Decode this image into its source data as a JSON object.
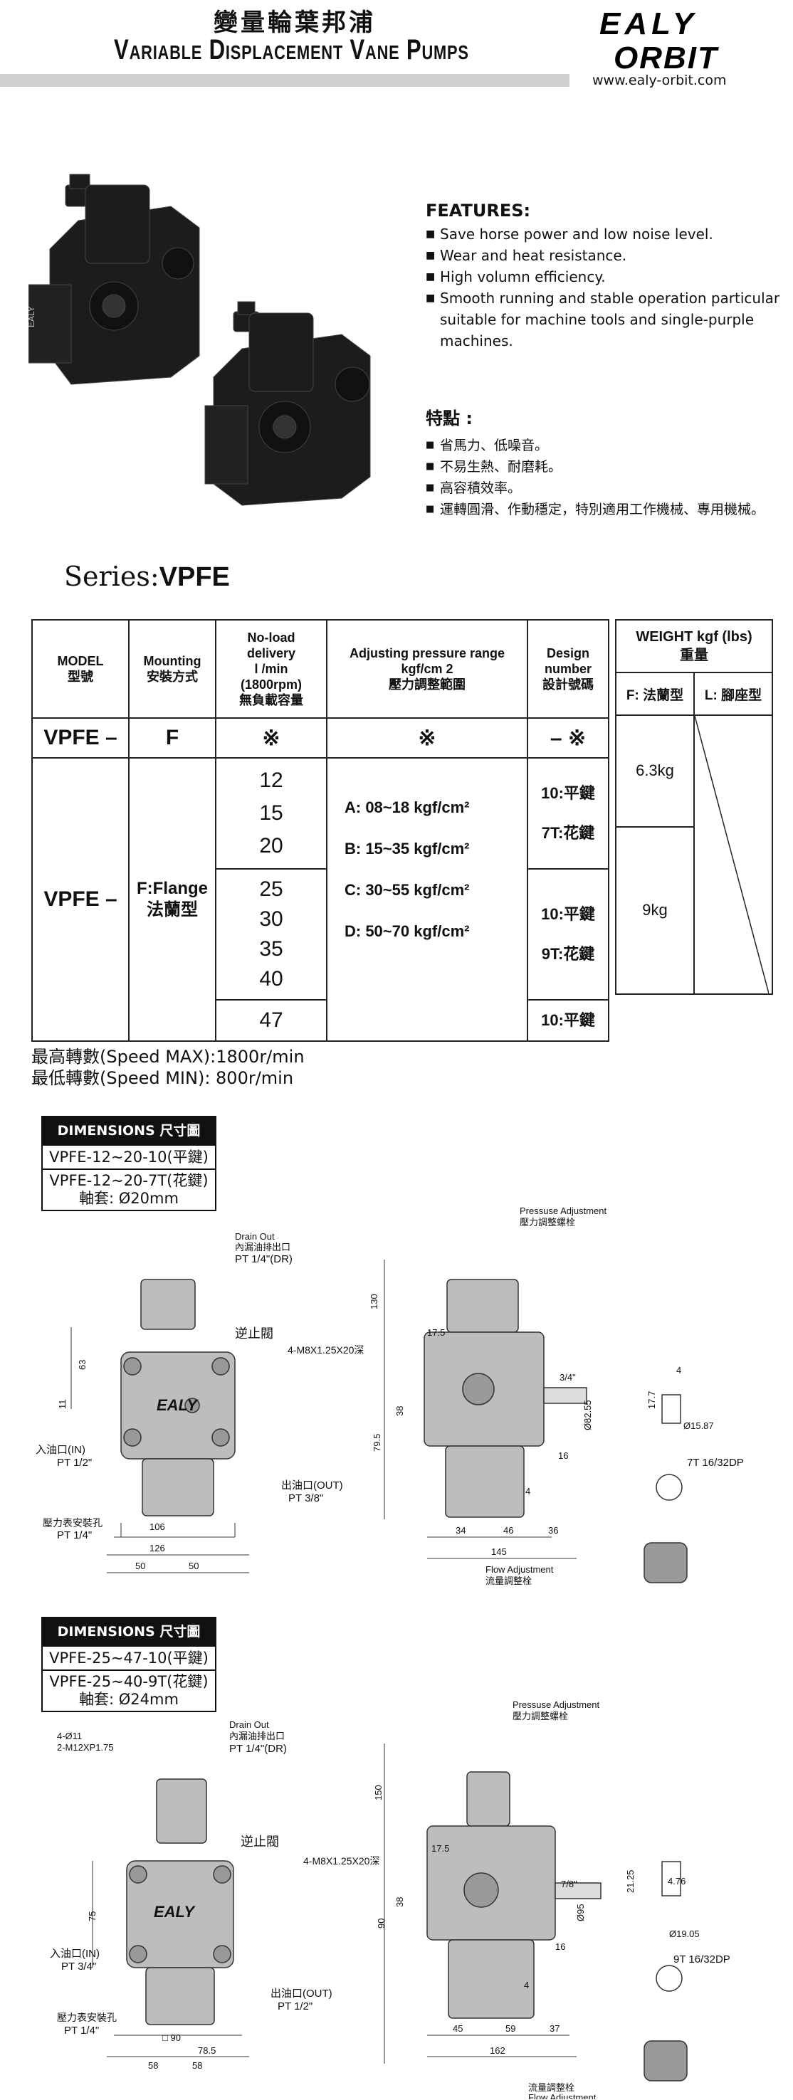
{
  "header": {
    "title_cn": "變量輪葉邦浦",
    "title_en": "Variable Displacement Vane Pumps",
    "logo_line1": "EALY",
    "logo_line2": "ORBIT",
    "url": "www.ealy-orbit.com"
  },
  "photo": {
    "label_text": "EALY"
  },
  "features": {
    "title": "FEATURES:",
    "items": [
      "Save horse power and  low  noise level.",
      "Wear and heat resistance.",
      "High volumn efficiency.",
      "Smooth running and stable operation particular suitable for machine tools and single-purple machines."
    ]
  },
  "features_cn": {
    "title": "特點 :",
    "items": [
      "省馬力、低噪音。",
      "不易生熱、耐磨耗。",
      "高容積效率。",
      "運轉圓滑、作動穩定，特別適用工作機械、專用機械。"
    ]
  },
  "series": {
    "prefix": "Series:",
    "name": "VPFE"
  },
  "spec_table": {
    "headers": {
      "model": "MODEL\n型號",
      "mounting": "Mounting\n安裝方式",
      "delivery": "No-load\ndelivery\nl /min\n(1800rpm)\n無負載容量",
      "pressure": "Adjusting pressure range\nkgf/cm 2\n壓力調整範圍",
      "design": "Design\nnumber\n設計號碼"
    },
    "code": {
      "model": "VPFE –",
      "mounting": "F",
      "delivery": "※",
      "pressure": "※",
      "design": "– ※"
    },
    "model": "VPFE –",
    "mounting": "F:Flange\n法蘭型",
    "delivery_group1": "12\n15\n20",
    "delivery_group2": "25\n30\n35\n40",
    "delivery_group3": "47",
    "pressure_ranges": [
      "A: 08~18 kgf/cm²",
      "B: 15~35 kgf/cm²",
      "C: 30~55 kgf/cm²",
      "D: 50~70 kgf/cm²"
    ],
    "design_group1": "10:平鍵\n7T:花鍵",
    "design_group2": "10:平鍵\n9T:花鍵",
    "design_group3": "10:平鍵"
  },
  "weight_table": {
    "title": "WEIGHT kgf (lbs)",
    "title_cn": "重量",
    "col_f": "F: 法蘭型",
    "col_l": "L: 腳座型",
    "w1": "6.3kg",
    "w2": "9kg"
  },
  "speed": {
    "max": "最高轉數(Speed MAX):1800r/min",
    "min": "最低轉數(Speed MIN): 800r/min"
  },
  "dim1": {
    "title": "DIMENSIONS 尺寸圖",
    "row1": "VPFE-12~20-10(平鍵)",
    "row2": "VPFE-12~20-7T(花鍵)",
    "row3": "軸套:  Ø20mm",
    "labels": {
      "drain1": "Drain Out",
      "drain2": "內漏油排出口",
      "drain3": "PT 1/4\"(DR)",
      "check": "逆止閥",
      "inlet1": "入油口(IN)",
      "inlet2": "PT 1/2\"",
      "outlet1": "出油口(OUT)",
      "outlet2": "PT 3/8\"",
      "gauge1": "壓力表安裝孔",
      "gauge2": "PT 1/4\"",
      "d106": "106",
      "d126": "126",
      "d50a": "50",
      "d50b": "50",
      "d63": "63",
      "d11": "11",
      "press1": "Pressuse Adjustment",
      "press2": "壓力調整螺栓",
      "bolt": "4-M8X1.25X20深",
      "d130": "130",
      "d175": "17.5",
      "d38": "38",
      "d795": "79.5",
      "d34": "34",
      "d46": "46",
      "d36": "36",
      "d145": "145",
      "d4": "4",
      "d16": "16",
      "d34in": "3/4\"",
      "dia": "Ø82.55",
      "flow1": "Flow Adjustment",
      "flow2": "流量調整栓",
      "key1": "17.7",
      "key2": "4",
      "shaft": "Ø15.87",
      "spline": "7T 16/32DP",
      "logo": "EALY"
    }
  },
  "dim2": {
    "title": "DIMENSIONS 尺寸圖",
    "row1": "VPFE-25~47-10(平鍵)",
    "row2": "VPFE-25~40-9T(花鍵)",
    "row3": "軸套:  Ø24mm",
    "labels": {
      "holes1": "4-Ø11",
      "holes2": "2-M12XP1.75",
      "drain1": "Drain Out",
      "drain2": "內漏油排出口",
      "drain3": "PT 1/4\"(DR)",
      "check": "逆止閥",
      "inlet1": "入油口(IN)",
      "inlet2": "PT 3/4\"",
      "outlet1": "出油口(OUT)",
      "outlet2": "PT 1/2\"",
      "gauge1": "壓力表安裝孔",
      "gauge2": "PT 1/4\"",
      "d90": "□ 90",
      "d785": "78.5",
      "d58a": "58",
      "d58b": "58",
      "d75": "75",
      "press1": "Pressuse Adjustment",
      "press2": "壓力調整螺栓",
      "bolt": "4-M8X1.25X20深",
      "d150": "150",
      "d175": "17.5",
      "d38": "38",
      "d90v": "90",
      "d45": "45",
      "d59": "59",
      "d37": "37",
      "d162": "162",
      "d4": "4",
      "d16": "16",
      "d78in": "7/8\"",
      "dia": "Ø95",
      "flow1": "Flow Adjustment",
      "flow2": "流量調整栓",
      "key1": "21.25",
      "key2": "4.76",
      "shaft": "Ø19.05",
      "spline": "9T 16/32DP",
      "logo": "EALY"
    }
  }
}
